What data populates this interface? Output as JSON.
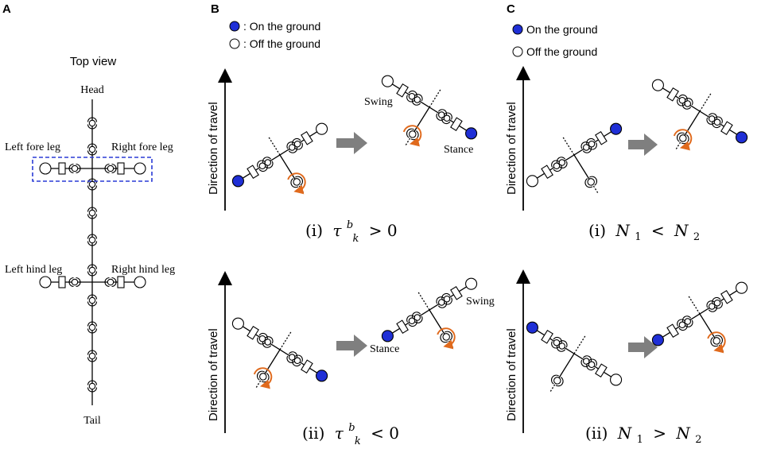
{
  "panel_a": {
    "letter": "A",
    "title": "Top view",
    "head": "Head",
    "tail": "Tail",
    "left_fore": "Left fore leg",
    "right_fore": "Right fore leg",
    "left_hind": "Left hind leg",
    "right_hind": "Right hind leg"
  },
  "panel_b": {
    "letter": "B",
    "legend_on": ": On the ground",
    "legend_off": ": Off the ground",
    "direction": "Direction of travel",
    "swing": "Swing",
    "stance": "Stance",
    "cap_i_prefix": "(i)",
    "cap_i_tau": "τ",
    "cap_i_sup": "b",
    "cap_i_sub": "k",
    "cap_i_rel": "> 0",
    "cap_ii_prefix": "(ii)",
    "cap_ii_tau": "τ",
    "cap_ii_sup": "b",
    "cap_ii_sub": "k",
    "cap_ii_rel": "< 0"
  },
  "panel_c": {
    "letter": "C",
    "legend_on": "On the ground",
    "legend_off": "Off the ground",
    "direction": "Direction of travel",
    "cap_i_prefix": "(i)",
    "cap_i_n1": "N",
    "cap_i_n1_sub": "1",
    "cap_i_rel": "<",
    "cap_i_n2": "N",
    "cap_i_n2_sub": "2",
    "cap_ii_prefix": "(ii)",
    "cap_ii_n1": "N",
    "cap_ii_n1_sub": "1",
    "cap_ii_rel": ">",
    "cap_ii_n2": "N",
    "cap_ii_n2_sub": "2"
  },
  "colors": {
    "ground_fill": "#1f2fd6",
    "rotation_arrow": "#e06a1d",
    "highlight_box": "#2a3bd6",
    "big_arrow": "#7f7f7f"
  }
}
